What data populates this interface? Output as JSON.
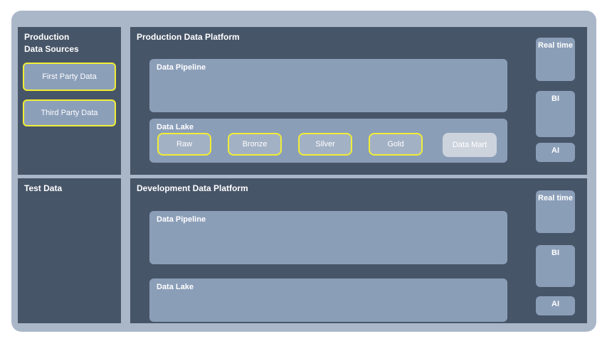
{
  "colors": {
    "canvas_bg": "#aab7c9",
    "panel_bg": "#475568",
    "box_bg": "#8b9eb8",
    "stage_box_bg": "#a3b1c5",
    "mart_box_bg": "#cdd3dd",
    "highlight_border": "#f0ee35",
    "text": "#ffffff"
  },
  "left_column": {
    "sources_panel": {
      "title_line1": "Production",
      "title_line2": "Data Sources",
      "items": [
        {
          "label": "First Party Data"
        },
        {
          "label": "Third Party Data"
        }
      ]
    },
    "test_panel": {
      "title": "Test Data"
    }
  },
  "production_platform": {
    "title": "Production Data Platform",
    "pipeline_label": "Data Pipeline",
    "lake_label": "Data Lake",
    "stages": [
      "Raw",
      "Bronze",
      "Silver",
      "Gold"
    ],
    "mart_label": "Data Mart",
    "outputs": [
      "Real time",
      "BI",
      "AI"
    ]
  },
  "development_platform": {
    "title": "Development Data Platform",
    "pipeline_label": "Data Pipeline",
    "lake_label": "Data Lake",
    "outputs": [
      "Real time",
      "BI",
      "AI"
    ]
  }
}
